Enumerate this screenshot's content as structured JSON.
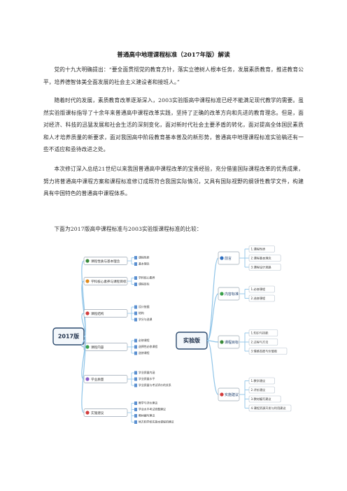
{
  "doc": {
    "title": "普通高中地理课程标准（2017年版）解读",
    "paragraphs": [
      "党的十九大明确提出：“要全面贯彻党的教育方针，落实立德树人根本任务，发展素质教育，推进教育公平，培养德智体美全面发展的社会主义建设者和接班人。”",
      "随着时代的发展，素质教育改革逐渐深入，2003实验版高中课程标准已经不能满足现代教学的需要。虽然实验版课标指导了十余年来普通高中课程改革实践，坚持了正确的改革方向和先进的教育理念。但是，面对经济、科技的迅猛发展和社会生活的深刻变化，面对新时代社会主要矛盾的转化，面对提高全体国民素质和人才培养质量的新要求，面对我国高中阶段教育基本普及的新形势，普通高中地理课程标准实验稿还有一些不适应和亟待改进之处。",
      "本次修订深入总结21世纪以来我国普通高中课程改革的宝贵经验，充分借鉴国际课程改革的优秀成果，努力将普通高中课程方案和课程标准修订成既符合我国实际情况，又具有国际视野的纲领性教学文件，构建具有中国特色的普通高中课程体系。",
      "下面为2017版高中课程标准与2003实验版课程标准的比较："
    ]
  },
  "mindmap": {
    "left_root": "2017版",
    "right_root": "实验版",
    "left_branches": [
      {
        "label": "课程性质与基本理念",
        "icon": "check-icon",
        "color": "#3a8a3a",
        "leaves": [
          "课程性质",
          "基本理念"
        ]
      },
      {
        "label": "学科核心素养与课程目标",
        "icon": "star-icon",
        "color": "#e08a1a",
        "leaves": [
          "学科核心素养",
          "课程目标"
        ]
      },
      {
        "label": "课程结构",
        "icon": "heart-icon",
        "color": "#d23b3b",
        "leaves": [
          "设计依据",
          "结构",
          "学分与选课"
        ]
      },
      {
        "label": "课程内容",
        "icon": "leaf-icon",
        "color": "#3aa04a",
        "leaves": [
          "必修课程",
          "选择性必修课程",
          "选修课程"
        ]
      },
      {
        "label": "学业质量",
        "icon": "flag-icon",
        "color": "#8a5ac8",
        "leaves": [
          "学业质量内涵",
          "学业质量水平",
          "学业质量与考试评价的关系"
        ]
      },
      {
        "label": "实施建议",
        "icon": "pin-icon",
        "color": "#d23b3b",
        "leaves": [
          "教学与评价建议",
          "学业水平考试命题建议",
          "教材编写建议",
          "地方和学校实施本课程的建议"
        ]
      }
    ],
    "right_branches": [
      {
        "label": "前言",
        "icon": "grid-icon",
        "color": "#2f6fc0",
        "leaves": [
          "1.课程性质",
          "2.课程基本理念",
          "3.课程设计思路"
        ]
      },
      {
        "label": "内容标准",
        "icon": "book-icon",
        "color": "#3aa04a",
        "leaves": [
          "1.必修课程",
          "2.选修课程"
        ]
      },
      {
        "label": "课程目标",
        "icon": "globe-icon",
        "color": "#3a8a3a",
        "leaves": [
          "1.知识与技能",
          "2.过程与方法",
          "3.情感态度与价值观"
        ]
      },
      {
        "label": "实施建议",
        "icon": "arrow-up-icon",
        "color": "#d23b3b",
        "leaves": [
          "1.教学建议",
          "2.评价建议",
          "3.教材编写建议",
          "4.课程资源开发与利用建议"
        ]
      }
    ]
  }
}
